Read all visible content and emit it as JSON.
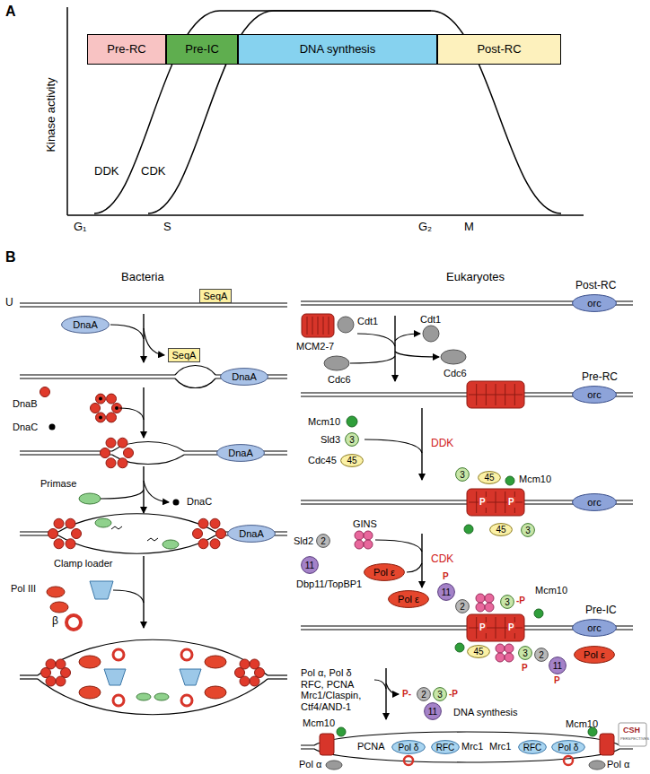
{
  "diagram": {
    "nodes": [
      {
        "text": [
          "Pre-RC"
        ]
      },
      {
        "text": [
          "Pre-IC"
        ]
      },
      {
        "text": [
          "DNA synthesis"
        ]
      },
      {
        "text": [
          "Post-RC"
        ]
      },
      {
        "text": [
          "SeqA"
        ]
      },
      {
        "text": [
          "DnaA"
        ]
      },
      {
        "text": [
          "SeqA"
        ]
      },
      {
        "text": [
          "DnaA"
        ]
      },
      {
        "text": [
          "DnaA"
        ]
      },
      {
        "text": [
          "DnaA"
        ]
      },
      {
        "text": [
          "orc"
        ]
      },
      {
        "text": [
          "orc"
        ]
      },
      {
        "text": [
          "3"
        ]
      },
      {
        "text": [
          "45"
        ]
      },
      {
        "text": [
          "3"
        ]
      },
      {
        "text": [
          "45"
        ]
      },
      {
        "text": [
          "45"
        ]
      },
      {
        "text": [
          "3"
        ]
      },
      {
        "text": [
          "orc"
        ]
      },
      {
        "text": [
          "2"
        ]
      },
      {
        "text": [
          "11"
        ]
      },
      {
        "text": [
          "Pol ε"
        ]
      },
      {
        "text": [
          "Pol ε"
        ]
      },
      {
        "text": [
          "11"
        ]
      },
      {
        "text": [
          "2"
        ]
      },
      {
        "text": [
          "3"
        ]
      },
      {
        "text": [
          "orc"
        ]
      },
      {
        "text": [
          "45"
        ]
      },
      {
        "text": [
          "3"
        ]
      },
      {
        "text": [
          "2"
        ]
      },
      {
        "text": [
          "11"
        ]
      },
      {
        "text": [
          "Pol ε"
        ]
      },
      {
        "text": [
          "2"
        ]
      },
      {
        "text": [
          "3"
        ]
      },
      {
        "text": [
          "11"
        ]
      },
      {
        "text": [
          "Pol δ"
        ]
      },
      {
        "text": [
          "RFC"
        ]
      },
      {
        "text": [
          "RFC"
        ]
      },
      {
        "text": [
          "Pol δ"
        ]
      }
    ],
    "labels": [
      "A",
      "Kinase activity",
      "DDK",
      "CDK",
      "G₁",
      "S",
      "G₂",
      "M",
      "B",
      "Bacteria",
      "Eukaryotes",
      "U",
      "DnaB",
      "DnaC",
      "Primase",
      "DnaC",
      "Clamp loader",
      "Pol III",
      "β",
      "Post-RC",
      "MCM2-7",
      "Cdt1",
      "Cdc6",
      "Cdt1",
      "Cdc6",
      "Pre-RC",
      "Mcm10",
      "Sld3",
      "Cdc45",
      "DDK",
      "P",
      "P",
      "Mcm10",
      "Sld2",
      "GINS",
      "Dbp11/TopBP1",
      "CDK",
      "P",
      "-P",
      "Mcm10",
      "Pre-IC",
      "P",
      "P",
      "P",
      "P",
      "Pol α, Pol δ RFC, PCNA Mrc1/Claspin, Ctf4/AND-1",
      "P-",
      "-P",
      "DNA synthesis",
      "Mcm10",
      "Pol α",
      "PCNA",
      "Mrc1",
      "Mrc1",
      "Pol α",
      "Mcm10",
      "CSH",
      "PERSPECTIVES"
    ]
  }
}
